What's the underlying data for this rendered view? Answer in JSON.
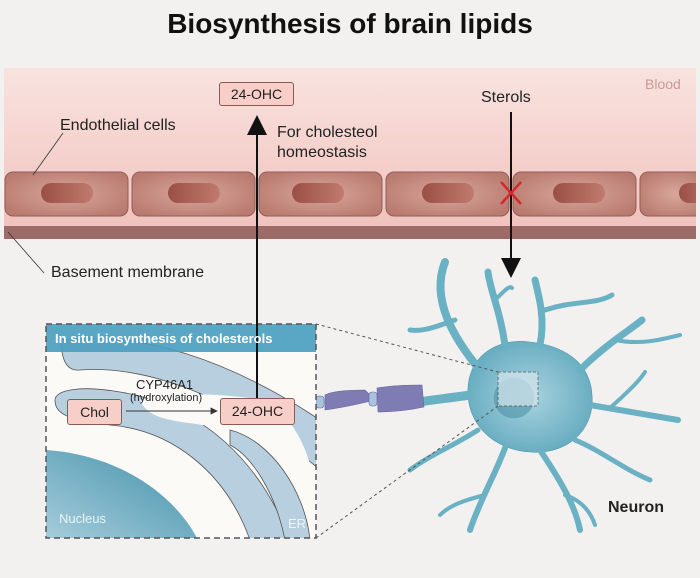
{
  "title": "Biosynthesis of brain lipids",
  "blood_vessel": {
    "region_label": "Blood",
    "endothelial_label": "Endothelial cells",
    "basement_label": "Basement membrane",
    "efflux_product": "24-OHC",
    "efflux_note_line1": "For cholesteol",
    "efflux_note_line2": "homeostasis",
    "blocked_input": "Sterols"
  },
  "inset": {
    "header": "In situ biosynthesis of cholesterols",
    "substrate": "Chol",
    "enzyme": "CYP46A1",
    "reaction": "(hydroxylation)",
    "product": "24-OHC",
    "nucleus_label": "Nucleus",
    "er_label": "ER"
  },
  "neuron_label": "Neuron",
  "colors": {
    "blood_bg": "#f6d7d2",
    "cell_fill": "#c4867a",
    "nucleus_fill": "#a9594d",
    "basement": "#9c6b68",
    "block_mark": "#d7262e",
    "neuron": "#6bb1c4",
    "axon": "#7f7cb3",
    "inset_header": "#4c9ec0",
    "er_fill": "#b8cfe0",
    "nucleus_blue": "#5fa6bd"
  }
}
